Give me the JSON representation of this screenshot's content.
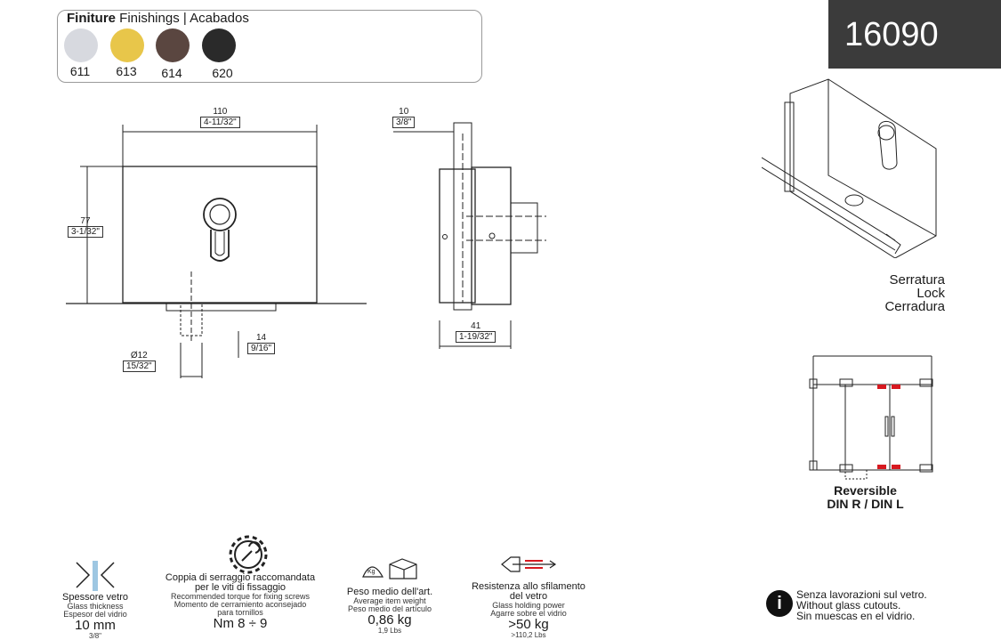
{
  "finishes": {
    "title_bold": "Finiture",
    "title_rest": "Finishings | Acabados",
    "items": [
      {
        "code": "611",
        "color": "#d7d9df"
      },
      {
        "code": "613",
        "color": "#e8c64a"
      },
      {
        "code": "614",
        "color": "#5a4640"
      },
      {
        "code": "620",
        "color": "#2a2a2a"
      }
    ]
  },
  "product_code": "16090",
  "dimensions": {
    "width": "110",
    "width_in": "4-11/32\"",
    "height": "77",
    "height_in": "3-1/32\"",
    "glass": "10",
    "glass_in": "3/8\"",
    "depth": "41",
    "depth_in": "1-19/32\"",
    "pin": "14",
    "pin_in": "9/16\"",
    "diameter": "Ø12",
    "diameter_in": "15/32\""
  },
  "lock_caption": [
    "Serratura",
    "Lock",
    "Cerradura"
  ],
  "reversible": [
    "Reversible",
    "DIN R / DIN L"
  ],
  "specs": {
    "glass": {
      "t1": "Spessore vetro",
      "t2": "Glass thickness",
      "t3": "Espesor del vidrio",
      "value": "10 mm",
      "sub": "3/8\""
    },
    "torque": {
      "t1a": "Coppia di serraggio raccomandata",
      "t1b": "per le viti di fissaggio",
      "t2": "Recommended torque for fixing screws",
      "t3a": "Momento de cerramiento aconsejado",
      "t3b": "para tornillos",
      "value": "Nm 8 ÷ 9"
    },
    "weight": {
      "t1": "Peso medio dell'art.",
      "t2": "Average item weight",
      "t3": "Peso medio del artículo",
      "value": "0,86 kg",
      "sub": "1,9 Lbs",
      "icon_label": "Kg"
    },
    "holding": {
      "t1a": "Resistenza allo sfilamento",
      "t1b": "del vetro",
      "t2": "Glass holding power",
      "t3": "Agarre sobre el vidrio",
      "value": ">50 kg",
      "sub": ">110,2 Lbs"
    }
  },
  "note": {
    "icon": "i",
    "lines": [
      "Senza lavorazioni sul vetro.",
      "Without glass cutouts.",
      "Sin muescas en el vidrio."
    ]
  }
}
